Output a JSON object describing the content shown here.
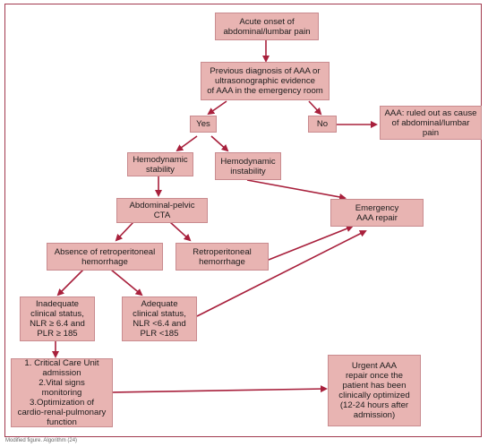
{
  "colors": {
    "box_fill": "#e8b4b2",
    "box_border": "#c98b8f",
    "arrow": "#a8203c",
    "frame": "#a23a4e"
  },
  "nodes": {
    "acute_onset": "Acute onset of\nabdominal/lumbar pain",
    "previous_diagnosis": "Previous diagnosis of AAA or\nultrasonographic evidence\nof AAA in the emergency room",
    "yes": "Yes",
    "no": "No",
    "aaa_ruled_out": "AAA: ruled out as cause\nof abdominal/lumbar\npain",
    "hemo_stability": "Hemodynamic\nstability",
    "hemo_instability": "Hemodynamic\ninstability",
    "cta": "Abdominal-pelvic\nCTA",
    "emergency_repair": "Emergency\nAAA repair",
    "absence_hemorrhage": "Absence of retroperitoneal\nhemorrhage",
    "retro_hemorrhage": "Retroperitoneal\nhemorrhage",
    "inadequate_status": "Inadequate\nclinical status,\nNLR ≥ 6.4 and\nPLR ≥ 185",
    "adequate_status": "Adequate\nclinical status,\nNLR <6.4 and\nPLR <185",
    "critical_care": "1. Critical Care Unit\nadmission\n2.Vital signs\nmonitoring\n3.Optimization of\ncardio-renal-pulmonary\nfunction",
    "urgent_repair": "Urgent AAA\nrepair once the\npatient has been\nclinically optimized\n(12-24 hours after\nadmission)"
  },
  "footnote": "Modified figure. Algorithm (24)"
}
